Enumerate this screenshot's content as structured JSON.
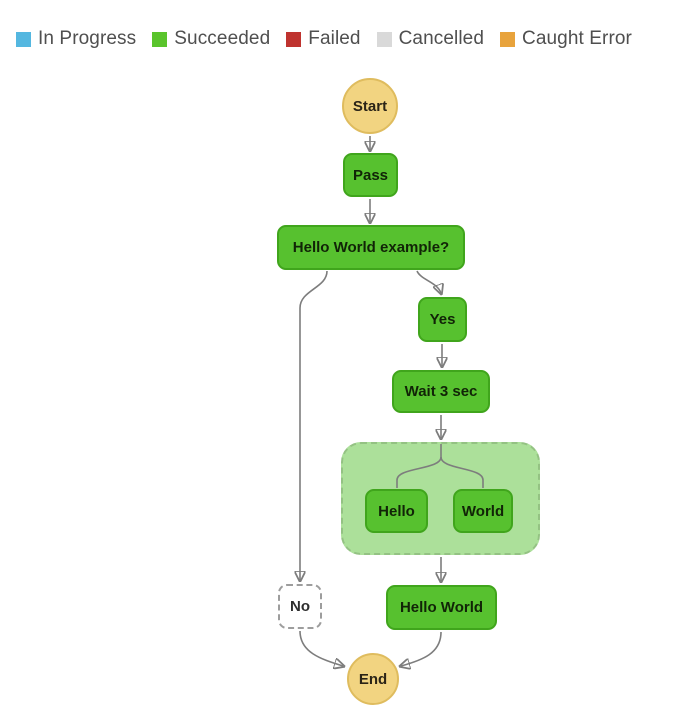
{
  "legend": {
    "items": [
      {
        "label": "In Progress",
        "color": "#54b7e0"
      },
      {
        "label": "Succeeded",
        "color": "#5ac42c"
      },
      {
        "label": "Failed",
        "color": "#bf332f"
      },
      {
        "label": "Cancelled",
        "color": "#d9d9d9"
      },
      {
        "label": "Caught Error",
        "color": "#e8a33c"
      }
    ]
  },
  "nodes": {
    "start": {
      "label": "Start",
      "status": "start"
    },
    "pass": {
      "label": "Pass",
      "status": "succeeded"
    },
    "choice": {
      "label": "Hello World example?",
      "status": "succeeded"
    },
    "yes": {
      "label": "Yes",
      "status": "succeeded"
    },
    "wait": {
      "label": "Wait 3 sec",
      "status": "succeeded"
    },
    "parallel": {
      "status": "succeeded"
    },
    "hello": {
      "label": "Hello",
      "status": "succeeded"
    },
    "world": {
      "label": "World",
      "status": "succeeded"
    },
    "no": {
      "label": "No",
      "status": "not-executed"
    },
    "helloworld": {
      "label": "Hello World",
      "status": "succeeded"
    },
    "end": {
      "label": "End",
      "status": "end"
    }
  },
  "colors": {
    "succeeded_fill": "#57c12f",
    "succeeded_border": "#40a51c",
    "parallel_fill": "#ace09a",
    "terminal_fill": "#f2d481",
    "terminal_border": "#dfbc5e",
    "not_executed_border": "#9d9d9d",
    "connector": "#7d7d7d",
    "arrowhead": "#454545"
  }
}
